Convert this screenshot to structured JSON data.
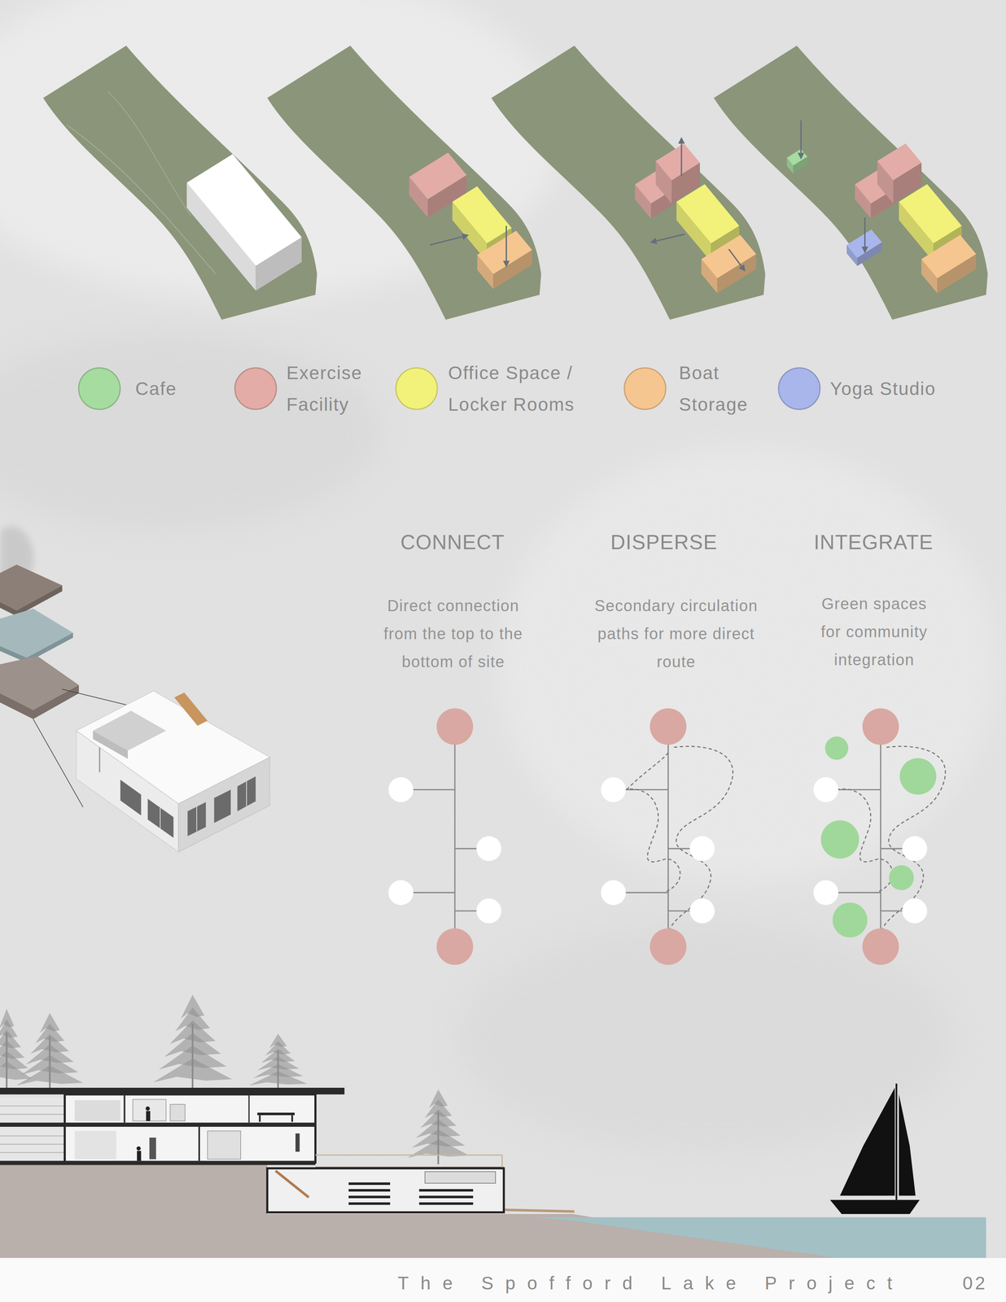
{
  "diagram": {
    "title": "The Spofford Lake Project",
    "labels": [
      "CONNECT",
      "Direct connection from the top to the bottom of site",
      "DISPERSE",
      "Secondary circulation paths for more direct route",
      "INTEGRATE",
      "Green spaces for community integration",
      "02"
    ],
    "legend": [
      {
        "text": "Cafe",
        "color": "#a6dca0"
      },
      {
        "text": "Exercise Facility",
        "color": "#e3aca6"
      },
      {
        "text": "Office Space / Locker Rooms",
        "color": "#f2f27a"
      },
      {
        "text": "Boat Storage",
        "color": "#f6c690"
      },
      {
        "text": "Yoga Studio",
        "color": "#a9b6ec"
      }
    ]
  }
}
